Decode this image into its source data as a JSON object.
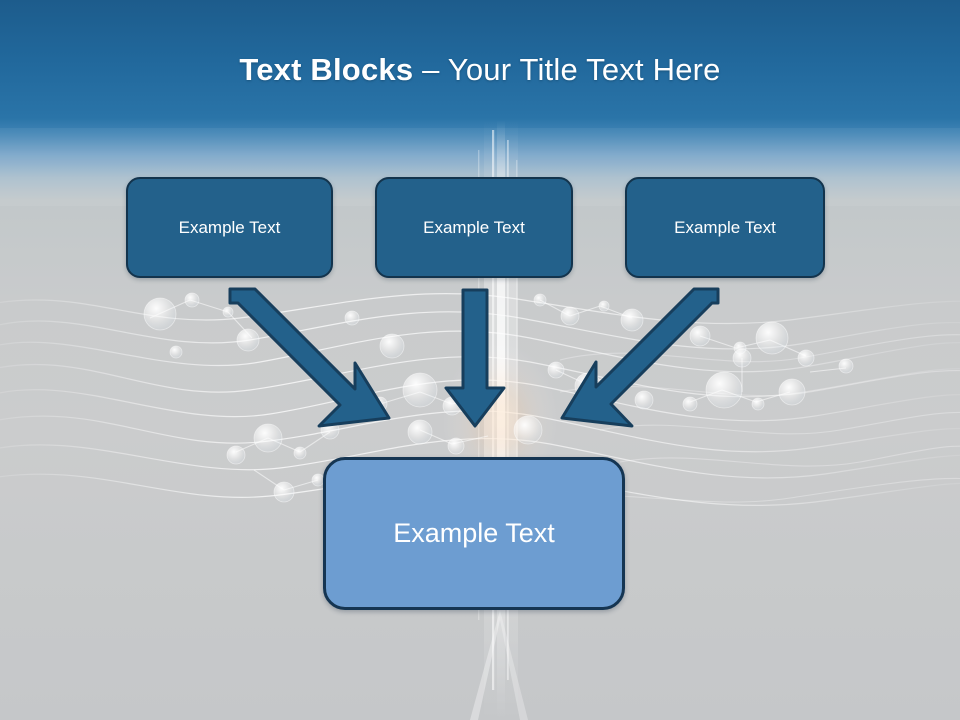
{
  "slide": {
    "title": {
      "bold_part": "Text Blocks",
      "separator": " – ",
      "light_part": "Your Title Text Here",
      "full": "Text Blocks – Your Title Text Here"
    },
    "theme": {
      "header_blue": "#2a74a8",
      "header_blue_dark": "#1d5c8c",
      "background_grey": "#c9cbcc",
      "block_fill": "#23618b",
      "block_border": "#13344d",
      "result_fill": "#6d9dd1",
      "result_border": "#153552",
      "arrow_fill": "#23618b",
      "arrow_border": "#173e5c",
      "text_white": "#ffffff"
    },
    "top_blocks": [
      {
        "label": "Example Text"
      },
      {
        "label": "Example Text"
      },
      {
        "label": "Example Text"
      }
    ],
    "result_block": {
      "label": "Example Text"
    },
    "arrows": [
      {
        "name": "arrow-left-diagonal",
        "direction": "down-right"
      },
      {
        "name": "arrow-middle-down",
        "direction": "down"
      },
      {
        "name": "arrow-right-diagonal",
        "direction": "down-left"
      }
    ]
  }
}
